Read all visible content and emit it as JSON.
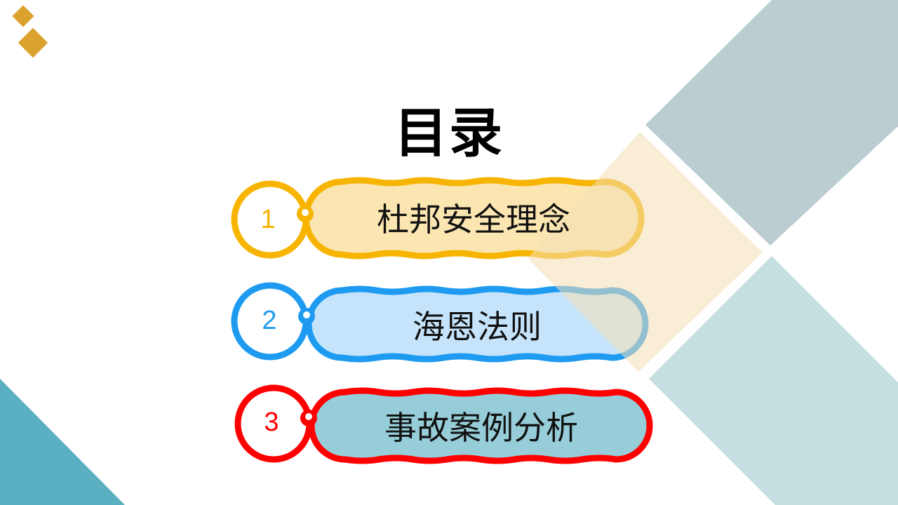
{
  "slide": {
    "title": "目录"
  },
  "items": [
    {
      "number": "1",
      "label": "杜邦安全理念",
      "color": "#F7B400",
      "fill": "#FBE3A9"
    },
    {
      "number": "2",
      "label": "海恩法则",
      "color": "#1E9BF0",
      "fill": "#BFE1FB"
    },
    {
      "number": "3",
      "label": "事故案例分析",
      "color": "#FF0000",
      "fill": "#96CDD8"
    }
  ],
  "colors": {
    "diamond_accent": "#DBA22E",
    "panel_grey": "#BCCDD2",
    "panel_tan": "#F4DFB4",
    "panel_light": "#C5DEE0",
    "corner_teal": "#5AAFC2"
  }
}
